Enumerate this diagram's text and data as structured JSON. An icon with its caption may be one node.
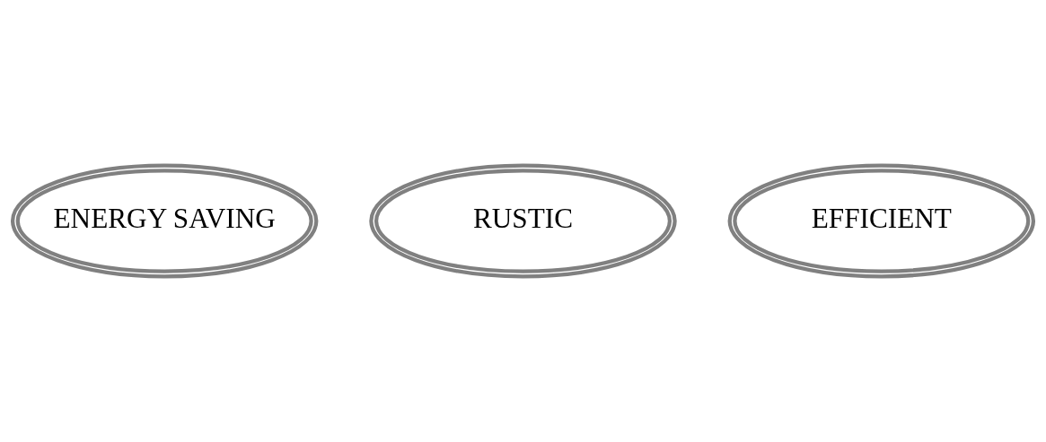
{
  "diagram": {
    "nodes": [
      {
        "text": [
          "ENERGY SAVING"
        ]
      },
      {
        "text": [
          "RUSTIC"
        ]
      },
      {
        "text": [
          "EFFICIENT"
        ]
      }
    ]
  }
}
